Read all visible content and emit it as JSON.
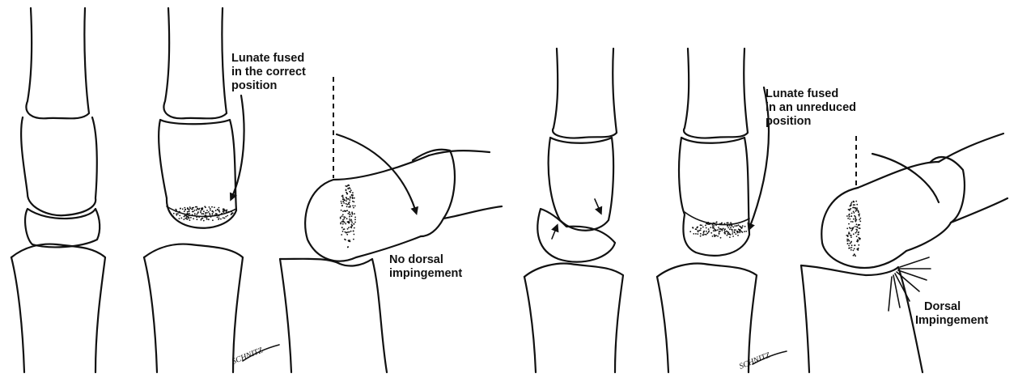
{
  "labels": {
    "fused_correct": [
      "Lunate fused",
      "in the correct",
      "position"
    ],
    "no_impingement": [
      "No dorsal",
      "impingement"
    ],
    "fused_unreduced": [
      "Lunate fused",
      "in an unreduced",
      "position"
    ],
    "dorsal_impingement": [
      "Dorsal",
      "Impingement"
    ]
  },
  "signature": "SCHNITZ"
}
